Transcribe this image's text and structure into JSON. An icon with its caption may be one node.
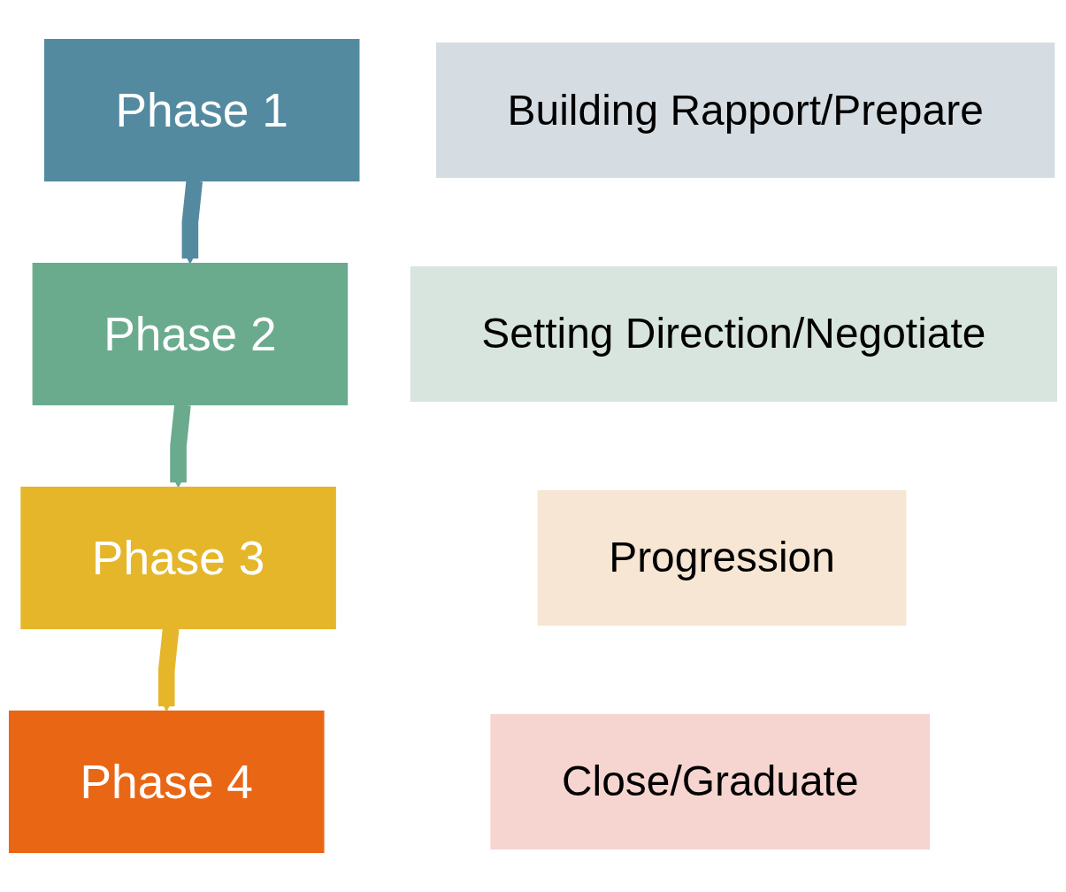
{
  "diagram": {
    "nodes": [
      {
        "text": [
          "Phase 1"
        ]
      },
      {
        "text": [
          "Building Rapport/Prepare"
        ]
      },
      {
        "text": [
          "Phase 2"
        ]
      },
      {
        "text": [
          "Setting Direction/Negotiate"
        ]
      },
      {
        "text": [
          "Phase 3"
        ]
      },
      {
        "text": [
          "Progression"
        ]
      },
      {
        "text": [
          "Phase 4"
        ]
      },
      {
        "text": [
          "Close/Graduate"
        ]
      }
    ],
    "edges": [
      {
        "from": 0,
        "to": 2,
        "arrow": "to",
        "color": "#548aa0"
      },
      {
        "from": 2,
        "to": 4,
        "arrow": "to",
        "color": "#6aab8e"
      },
      {
        "from": 4,
        "to": 6,
        "arrow": "to",
        "color": "#e5b62a"
      }
    ]
  }
}
